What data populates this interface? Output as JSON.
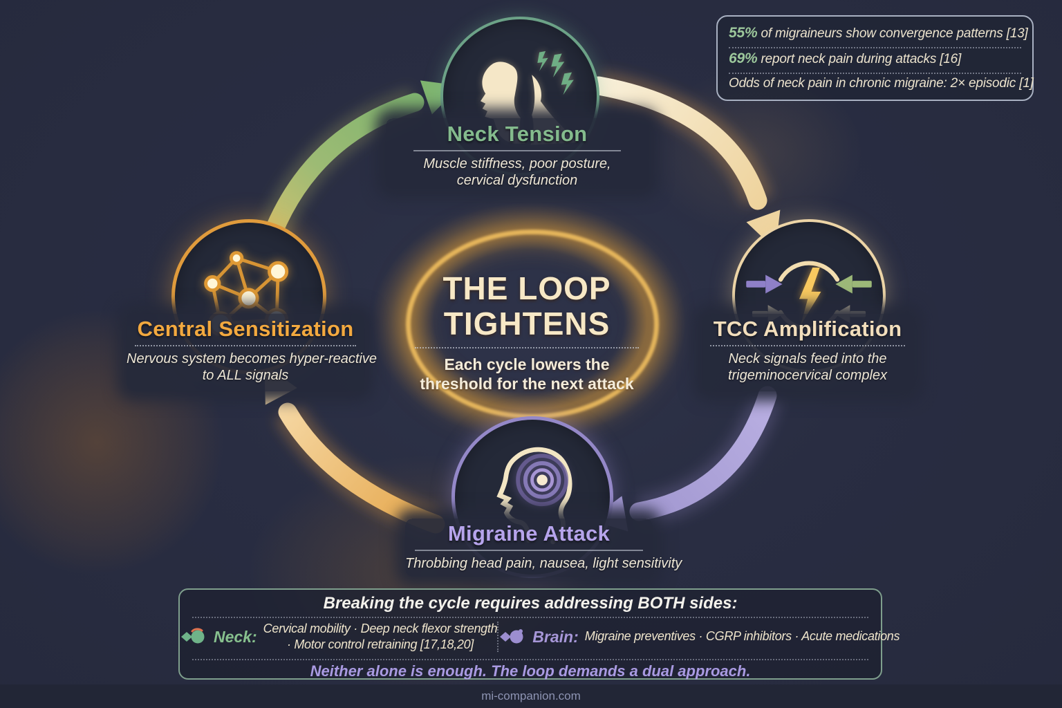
{
  "meta": {
    "site_url": "mi-companion.com"
  },
  "palette": {
    "background": "#282c3f",
    "ring_gold": "#e8a33d",
    "neck_green": "#84bb8d",
    "tcc_cream": "#f2debc",
    "central_orange": "#f3a93f",
    "migraine_purple": "#b6a4ec",
    "stat_highlight_green": "#9cc79b",
    "conclusion_purple": "#a99ae2"
  },
  "icons": {
    "neck_node": "head-neck-tension-icon",
    "tcc_node": "converging-signals-bolt-icon",
    "central_node": "neural-network-icon",
    "migraine_node": "head-migraine-pulse-icon",
    "neck_mini": "neck-icon",
    "brain_mini": "brain-icon",
    "arrows": [
      "green-cycle-arrow",
      "cream-cycle-arrow",
      "purple-cycle-arrow",
      "orange-cycle-arrow"
    ]
  },
  "stats": {
    "rows": [
      {
        "highlight": "55%",
        "text": "of migraineurs show convergence patterns [13]"
      },
      {
        "highlight": "69%",
        "text": "report neck pain during attacks [16]"
      },
      {
        "highlight": "",
        "text": "Odds of neck pain in chronic migraine: 2× episodic [1]"
      }
    ]
  },
  "center": {
    "title_line1": "THE LOOP",
    "title_line2": "TIGHTENS",
    "subtitle_line1": "Each cycle lowers the",
    "subtitle_line2": "threshold for the next attack"
  },
  "nodes": {
    "neck": {
      "title": "Neck Tension",
      "desc_line1": "Muscle stiffness, poor posture,",
      "desc_line2": "cervical dysfunction",
      "accent": "#84bb8d"
    },
    "tcc": {
      "title": "TCC Amplification",
      "desc_line1": "Neck signals feed into the",
      "desc_line2": "trigeminocervical complex",
      "accent": "#f2debc"
    },
    "migraine": {
      "title": "Migraine Attack",
      "desc_line1": "Throbbing head pain, nausea, light sensitivity",
      "accent": "#b6a4ec"
    },
    "central": {
      "title": "Central Sensitization",
      "desc_line1": "Nervous system becomes hyper-reactive",
      "desc_line2": "to ALL signals",
      "accent": "#f3a93f"
    }
  },
  "breakdown": {
    "heading": "Breaking the cycle requires addressing BOTH sides:",
    "neck": {
      "label": "Neck:",
      "line1": "Cervical mobility · Deep neck flexor strength",
      "line2": "· Motor control retraining [17,18,20]"
    },
    "brain": {
      "label": "Brain:",
      "line1": "Migraine preventives · CGRP inhibitors · Acute medications"
    },
    "conclusion": "Neither alone is enough. The loop demands a dual approach."
  }
}
